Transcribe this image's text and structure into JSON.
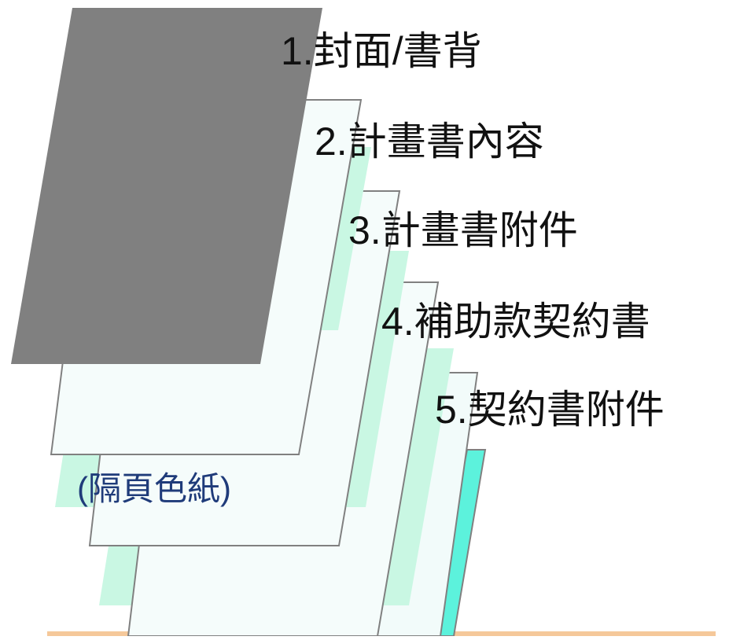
{
  "layers": [
    {
      "label": "1.封面/書背"
    },
    {
      "label": "2.計畫書內容"
    },
    {
      "label": "3.計畫書附件"
    },
    {
      "label": "4.補助款契約書"
    },
    {
      "label": "5.契約書附件"
    }
  ],
  "divider_note": "(隔頁色紙)",
  "colors": {
    "cover": "#808080",
    "divider": "#c9f7e3",
    "page_fill": "#f5fcfb",
    "page_border": "#808080",
    "spine_accent": "#5cf2dc",
    "note_text": "#1f3b7a",
    "base_strip": "#f5c89a"
  }
}
